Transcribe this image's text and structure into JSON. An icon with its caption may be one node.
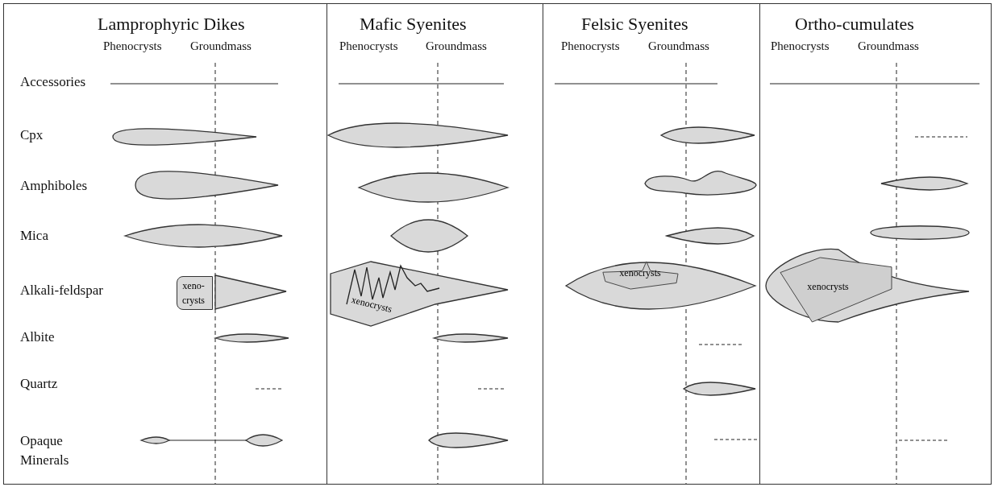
{
  "diagram": {
    "nodes": [
      {
        "text": [
          "Lamprophyric Dikes",
          "Phenocrysts",
          "Groundmass"
        ]
      },
      {
        "text": [
          "Mafic Syenites",
          "Phenocrysts",
          "Groundmass"
        ]
      },
      {
        "text": [
          "Felsic Syenites",
          "Phenocrysts",
          "Groundmass"
        ]
      },
      {
        "text": [
          "Ortho-cumulates",
          "Phenocrysts",
          "Groundmass"
        ]
      },
      {
        "text": [
          "xeno-crysts"
        ],
        "in": 0
      },
      {
        "text": [
          "xenocrysts"
        ],
        "in": 1
      },
      {
        "text": [
          "xenocrysts"
        ],
        "in": 2
      },
      {
        "text": [
          "xenocrysts"
        ],
        "in": 3
      }
    ],
    "edges": [],
    "labels": [
      "Accessories",
      "Cpx",
      "Amphiboles",
      "Mica",
      "Alkali-feldspar",
      "Albite",
      "Quartz",
      "Opaque Minerals"
    ]
  }
}
